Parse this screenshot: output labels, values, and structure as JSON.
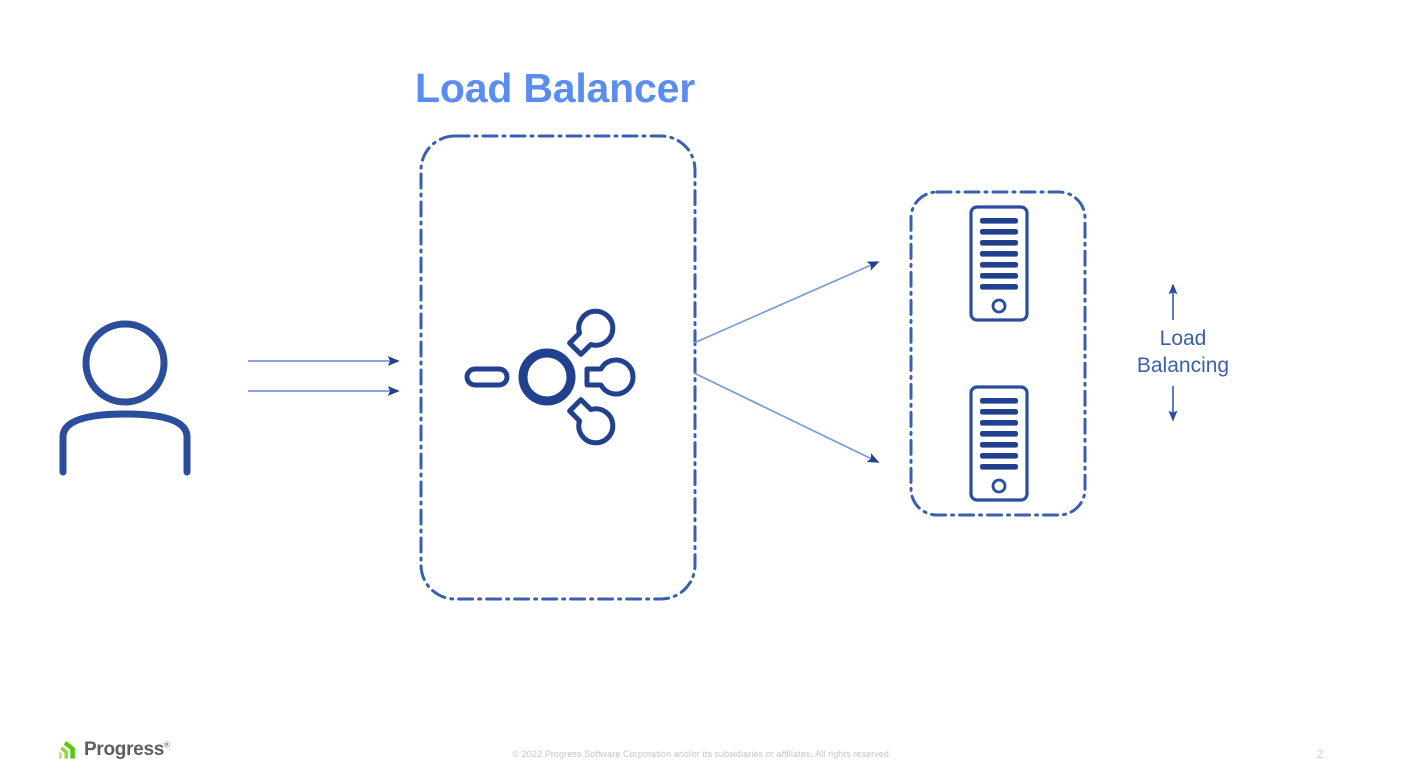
{
  "slide": {
    "title": "Load Balancer",
    "page_number": "2",
    "background_color": "#ffffff"
  },
  "colors": {
    "title_blue": "#5b8def",
    "icon_dark_blue": "#2a4e9b",
    "label_blue": "#3a5fae",
    "arrow_blue": "#7b9ad8",
    "arrowhead_blue": "#21418f",
    "dash_blue": "#3a5fae",
    "footer_gray": "#5e5e5e",
    "copyright_gray": "#c6c6c6",
    "logo_green": "#5ce500"
  },
  "diagram": {
    "type": "architecture-flow",
    "client": {
      "icon": "user-icon",
      "label": ""
    },
    "requests": {
      "count": 2,
      "direction": "client-to-load-balancer"
    },
    "load_balancer_group": {
      "label": "Load Balancer",
      "border_style": "dash-dot",
      "icon": "load-balancer-icon",
      "branches": 3
    },
    "server_group": {
      "border_style": "dash-dot",
      "servers": [
        {
          "name": "server-1",
          "bars": 7,
          "indicator": "power-led"
        },
        {
          "name": "server-2",
          "bars": 7,
          "indicator": "power-led"
        }
      ]
    },
    "distribution": {
      "count": 2,
      "direction": "load-balancer-to-servers"
    },
    "annotation": {
      "label_line_1": "Load",
      "label_line_2": "Balancing",
      "arrows": "bidirectional-vertical"
    }
  },
  "footer": {
    "logo_text": "Progress",
    "logo_trademark": "®",
    "copyright": "© 2022 Progress Software Corporation and/or its subsidiaries or affiliates. All rights reserved."
  }
}
